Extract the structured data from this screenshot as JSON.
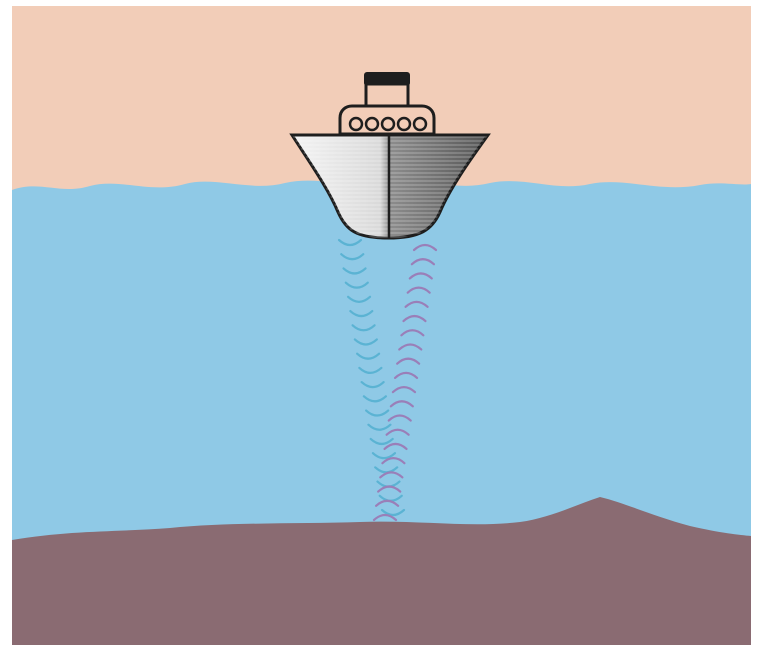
{
  "colors": {
    "sky": "#F2CDB8",
    "water": "#8FC9E6",
    "seabed": "#8A6B72",
    "hull_light": "#E6E6E6",
    "hull_dark": "#6F6F6F",
    "outline": "#1E1E1E",
    "wave_down": "#5BB3D3",
    "wave_up": "#9A7FB8"
  },
  "scene": {
    "elements": [
      "ship-icon",
      "sea-surface",
      "seabed",
      "sonar-pulse-down",
      "sonar-echo-up",
      "seabed-mound"
    ]
  }
}
